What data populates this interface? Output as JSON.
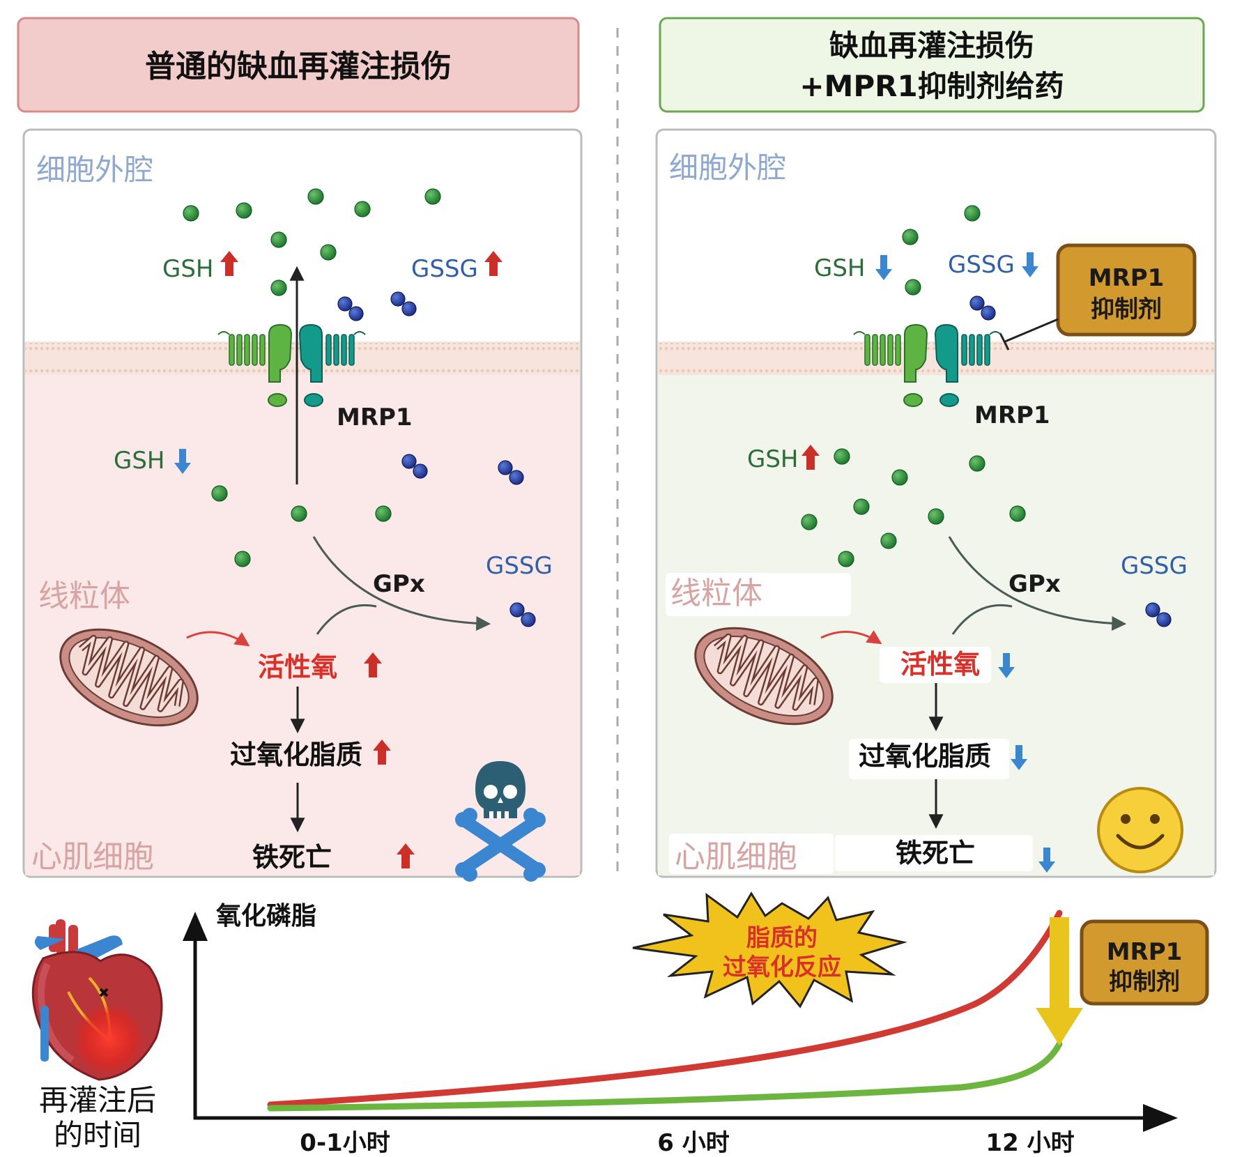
{
  "left_panel": {
    "header": "普通的缺血再灌注损伤",
    "region_extracellular": "细胞外腔",
    "region_mitochondria": "线粒体",
    "region_cardiomyocyte": "心肌细胞",
    "gsh_out": "GSH",
    "gssg_out": "GSSG",
    "gsh_in": "GSH",
    "transporter": "MRP1",
    "enzyme": "GPx",
    "gssg_in": "GSSG",
    "ros": "活性氧",
    "lipid_peroxide": "过氧化脂质",
    "ferroptosis": "铁死亡"
  },
  "right_panel": {
    "header_line1": "缺血再灌注损伤",
    "header_line2": "+MPR1抑制剂给药",
    "region_extracellular": "细胞外腔",
    "region_mitochondria": "线粒体",
    "region_cardiomyocyte": "心肌细胞",
    "gsh_out": "GSH",
    "gssg_out": "GSSG",
    "inhibitor_line1": "MRP1",
    "inhibitor_line2": "抑制剂",
    "transporter": "MRP1",
    "gsh_in": "GSH",
    "enzyme": "GPx",
    "gssg_in": "GSSG",
    "ros": "活性氧",
    "lipid_peroxide": "过氧化脂质",
    "ferroptosis": "铁死亡"
  },
  "timeline": {
    "y_axis_label": "氧化磷脂",
    "x_caption_line1": "再灌注后",
    "x_caption_line2": "的时间",
    "tick_labels": [
      "0-1小时",
      "6 小时",
      "12 小时"
    ],
    "burst_line1": "脂质的",
    "burst_line2": "过氧化反应",
    "inhibitor_line1": "MRP1",
    "inhibitor_line2": "抑制剂"
  },
  "colors": {
    "left_header_bg": "#f2cbcb",
    "right_header_bg": "#eef6e6",
    "left_cell_bg": "#fbe8e8",
    "right_cell_bg": "#f1f5ec",
    "red_curve": "#d03a32",
    "green_curve": "#6cb640",
    "up_arrow": "#cc2f28",
    "down_arrow": "#3a86d0",
    "inhibitor_box": "#d29a2e",
    "burst_fill": "#f2c21c"
  },
  "icons": {
    "left_outcome": "skull-crossbones-icon",
    "right_outcome": "smiley-face-icon",
    "organ": "heart-icon",
    "organelle": "mitochondrion-icon"
  }
}
